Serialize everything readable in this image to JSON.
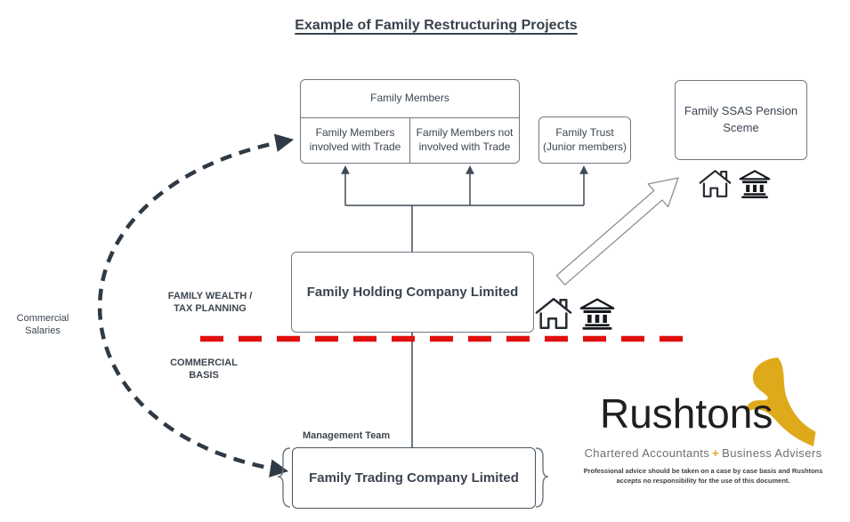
{
  "title": "Example of Family Restructuring Projects",
  "boxes": {
    "family_members": {
      "label": "Family Members"
    },
    "involved": {
      "lines": [
        "Family Members",
        "involved with Trade"
      ]
    },
    "not_involved": {
      "lines": [
        "Family Members not",
        "involved with Trade"
      ]
    },
    "family_trust": {
      "lines": [
        "Family Trust",
        "(Junior members)"
      ]
    },
    "ssas": {
      "lines": [
        "Family SSAS Pension",
        "Sceme"
      ]
    },
    "holding": {
      "label": "Family Holding Company Limited"
    },
    "trading": {
      "label": "Family Trading Company Limited"
    }
  },
  "labels": {
    "family_wealth": {
      "lines": [
        "FAMILY WEALTH /",
        "TAX PLANNING"
      ]
    },
    "commercial_basis": {
      "lines": [
        "COMMERCIAL",
        "BASIS"
      ]
    },
    "commercial_salaries": {
      "lines": [
        "Commercial",
        "Salaries"
      ]
    },
    "management_team": "Management Team"
  },
  "logo": {
    "brand": "Rushtons",
    "tagline_left": "Chartered Accountants",
    "tagline_plus": "+",
    "tagline_right": "Business Advisers",
    "disclaimer": "Professional advice should be taken on a case by case basis and Rushtons accepts no responsibility for the use of this document."
  },
  "colors": {
    "ink": "#3b4450",
    "accent_red": "#e01010",
    "brand_gold": "#dfa91c",
    "connector": "#3f4a55"
  }
}
